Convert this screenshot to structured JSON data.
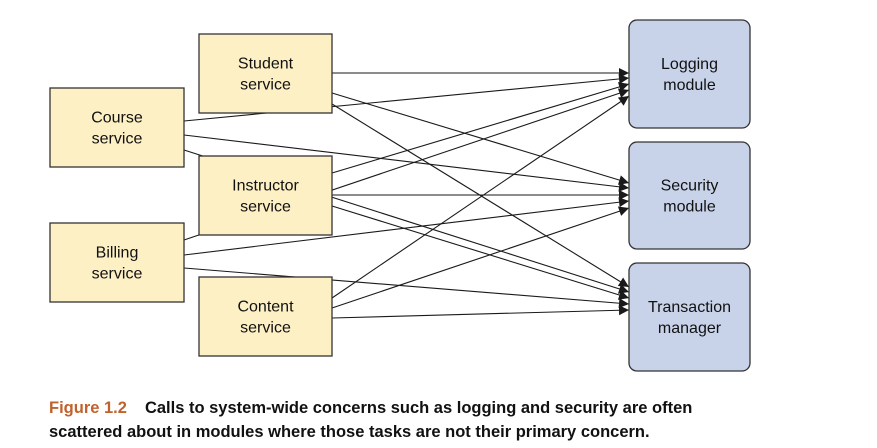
{
  "diagram": {
    "services": [
      {
        "id": "student",
        "lines": [
          "Student",
          "service"
        ]
      },
      {
        "id": "course",
        "lines": [
          "Course",
          "service"
        ]
      },
      {
        "id": "instructor",
        "lines": [
          "Instructor",
          "service"
        ]
      },
      {
        "id": "billing",
        "lines": [
          "Billing",
          "service"
        ]
      },
      {
        "id": "content",
        "lines": [
          "Content",
          "service"
        ]
      }
    ],
    "modules": [
      {
        "id": "logging",
        "lines": [
          "Logging",
          "module"
        ]
      },
      {
        "id": "security",
        "lines": [
          "Security",
          "module"
        ]
      },
      {
        "id": "transaction",
        "lines": [
          "Transaction",
          "manager"
        ]
      }
    ],
    "calls": [
      {
        "from": "student",
        "to": "logging"
      },
      {
        "from": "student",
        "to": "security"
      },
      {
        "from": "student",
        "to": "transaction"
      },
      {
        "from": "course",
        "to": "logging"
      },
      {
        "from": "course",
        "to": "security"
      },
      {
        "from": "course",
        "to": "transaction"
      },
      {
        "from": "instructor",
        "to": "logging"
      },
      {
        "from": "instructor",
        "to": "security"
      },
      {
        "from": "instructor",
        "to": "transaction"
      },
      {
        "from": "billing",
        "to": "logging"
      },
      {
        "from": "billing",
        "to": "security"
      },
      {
        "from": "billing",
        "to": "transaction"
      },
      {
        "from": "content",
        "to": "logging"
      },
      {
        "from": "content",
        "to": "security"
      },
      {
        "from": "content",
        "to": "transaction"
      }
    ]
  },
  "caption": {
    "figure_number": "Figure 1.2",
    "line1": "Calls to system-wide concerns such as logging and security are often",
    "line2": "scattered about in modules where those tasks are not their primary concern."
  }
}
